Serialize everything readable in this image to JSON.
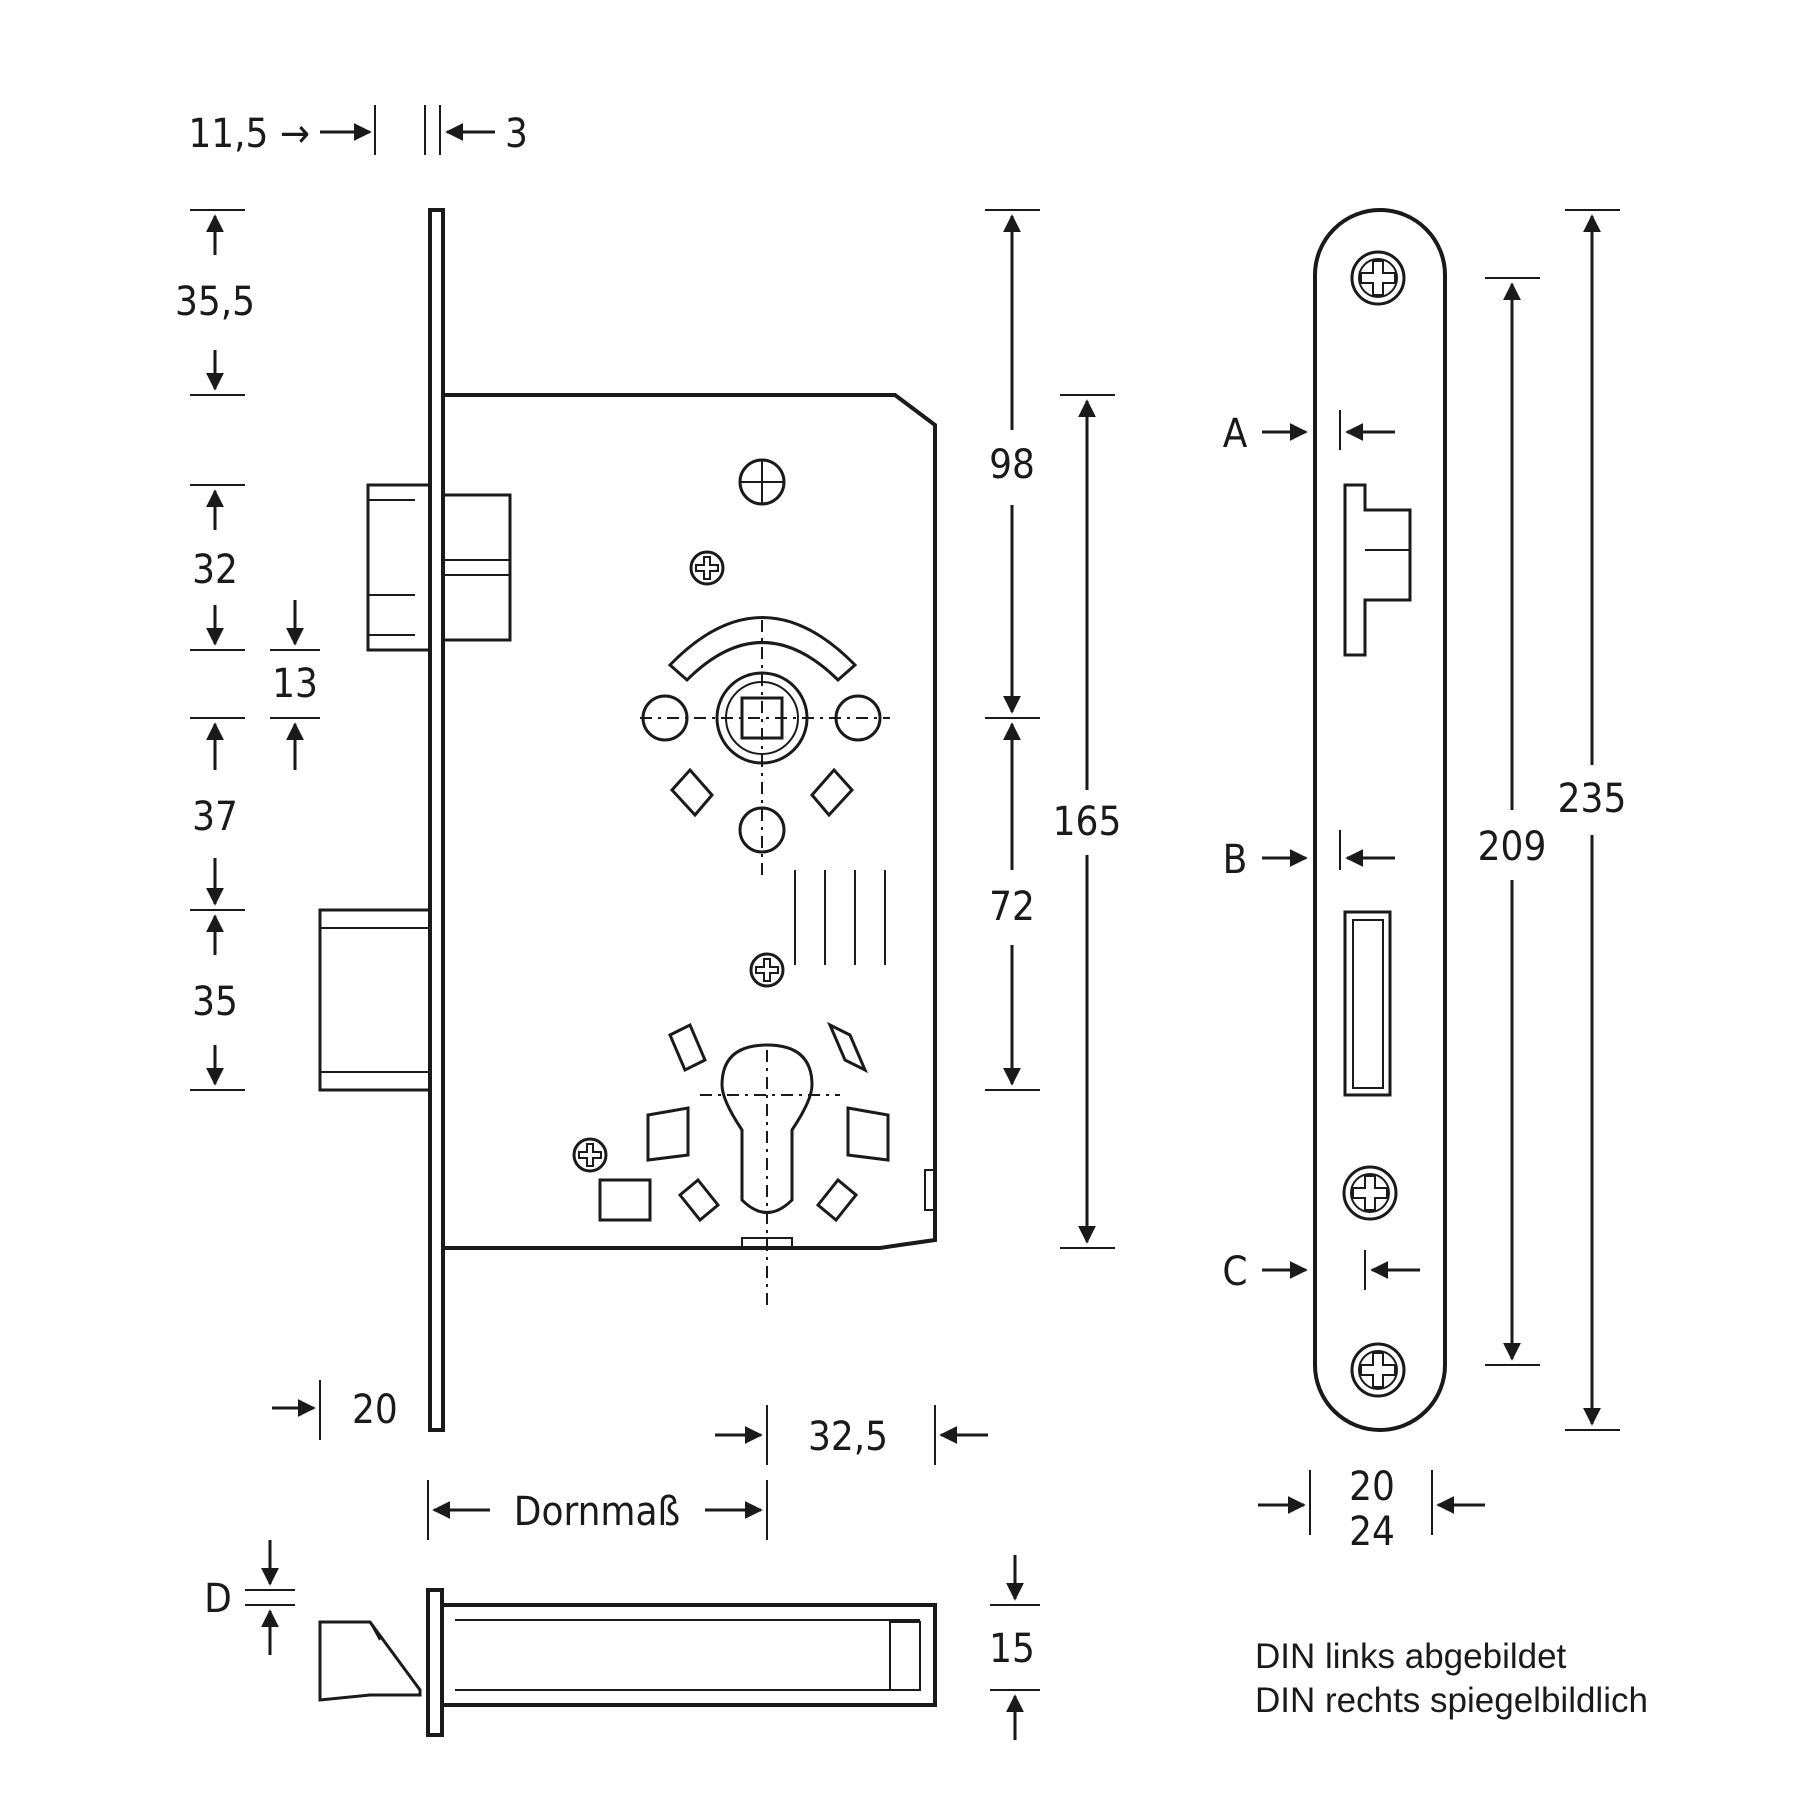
{
  "dimensions": {
    "top_left": "11,5 →",
    "top_right": "3",
    "left_1": "35,5",
    "left_2": "32",
    "left_3": "13",
    "left_4": "37",
    "left_5": "35",
    "bottom_left": "20",
    "bottom_mid": "32,5",
    "dornmass": "Dornmaß",
    "d": "D",
    "depth": "15",
    "right_1": "98",
    "right_2": "72",
    "right_3": "165",
    "plate_1": "209",
    "plate_2": "235",
    "a": "A",
    "b": "B",
    "c": "C",
    "plate_width_1": "20",
    "plate_width_2": "24"
  },
  "notes": {
    "line1": "DIN links abgebildet",
    "line2": "DIN rechts spiegelbildlich"
  }
}
